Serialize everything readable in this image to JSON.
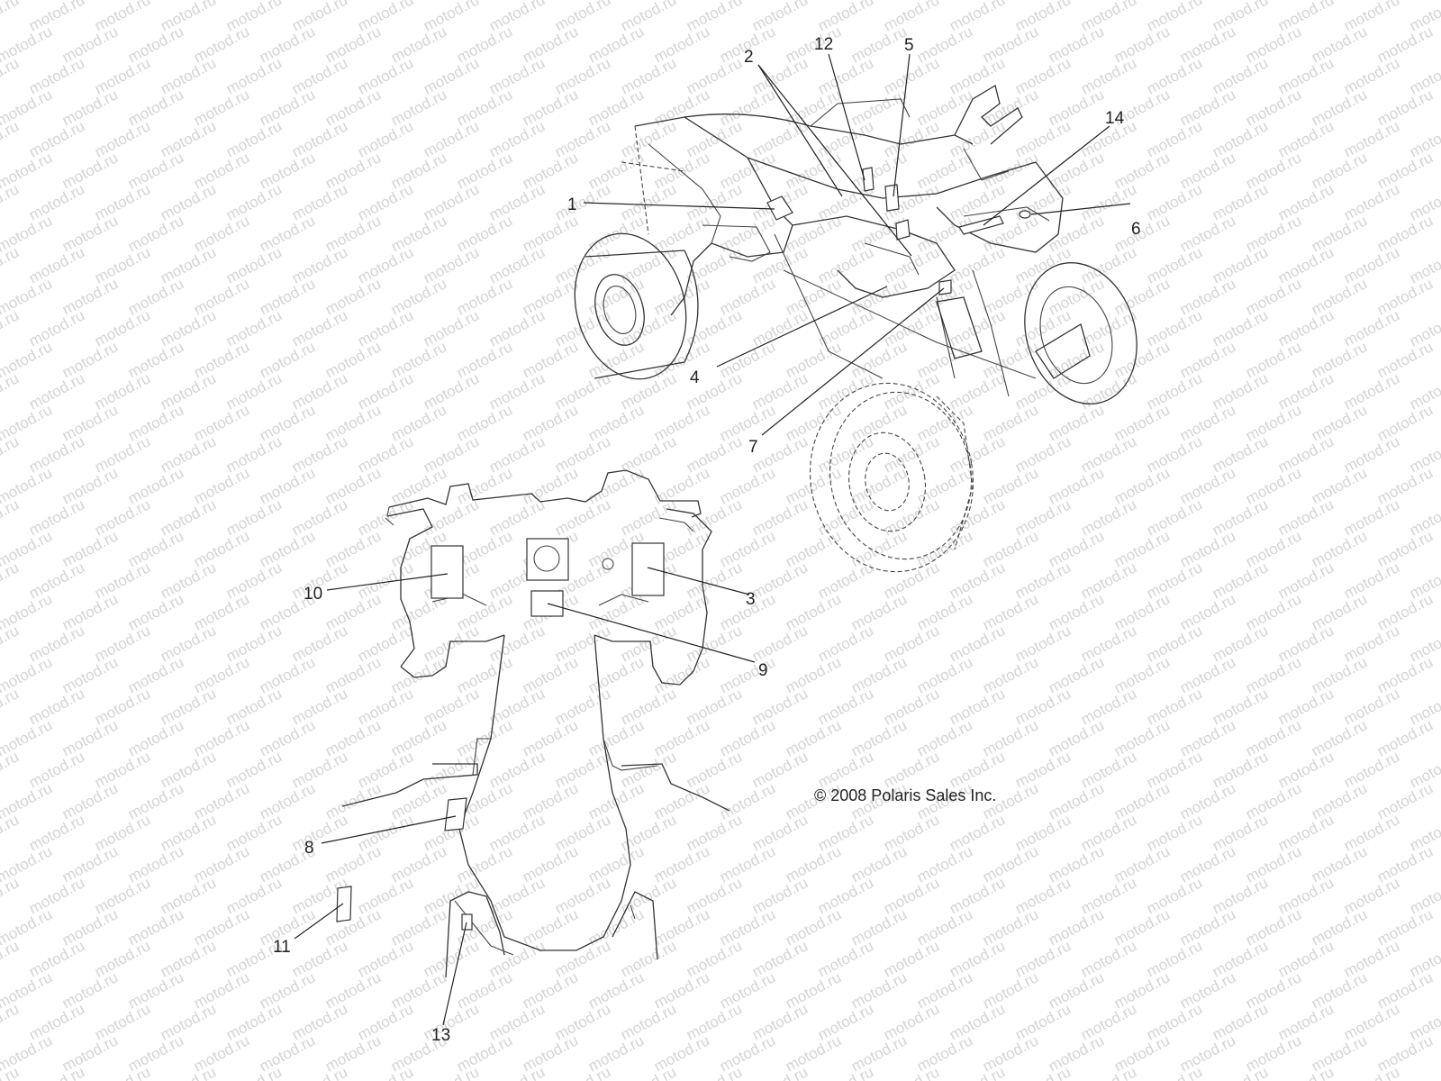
{
  "watermark": "motod.ru",
  "copyright": "© 2008 Polaris Sales Inc.",
  "callouts": [
    "1",
    "2",
    "3",
    "4",
    "5",
    "6",
    "7",
    "8",
    "9",
    "10",
    "11",
    "12",
    "13",
    "14"
  ]
}
